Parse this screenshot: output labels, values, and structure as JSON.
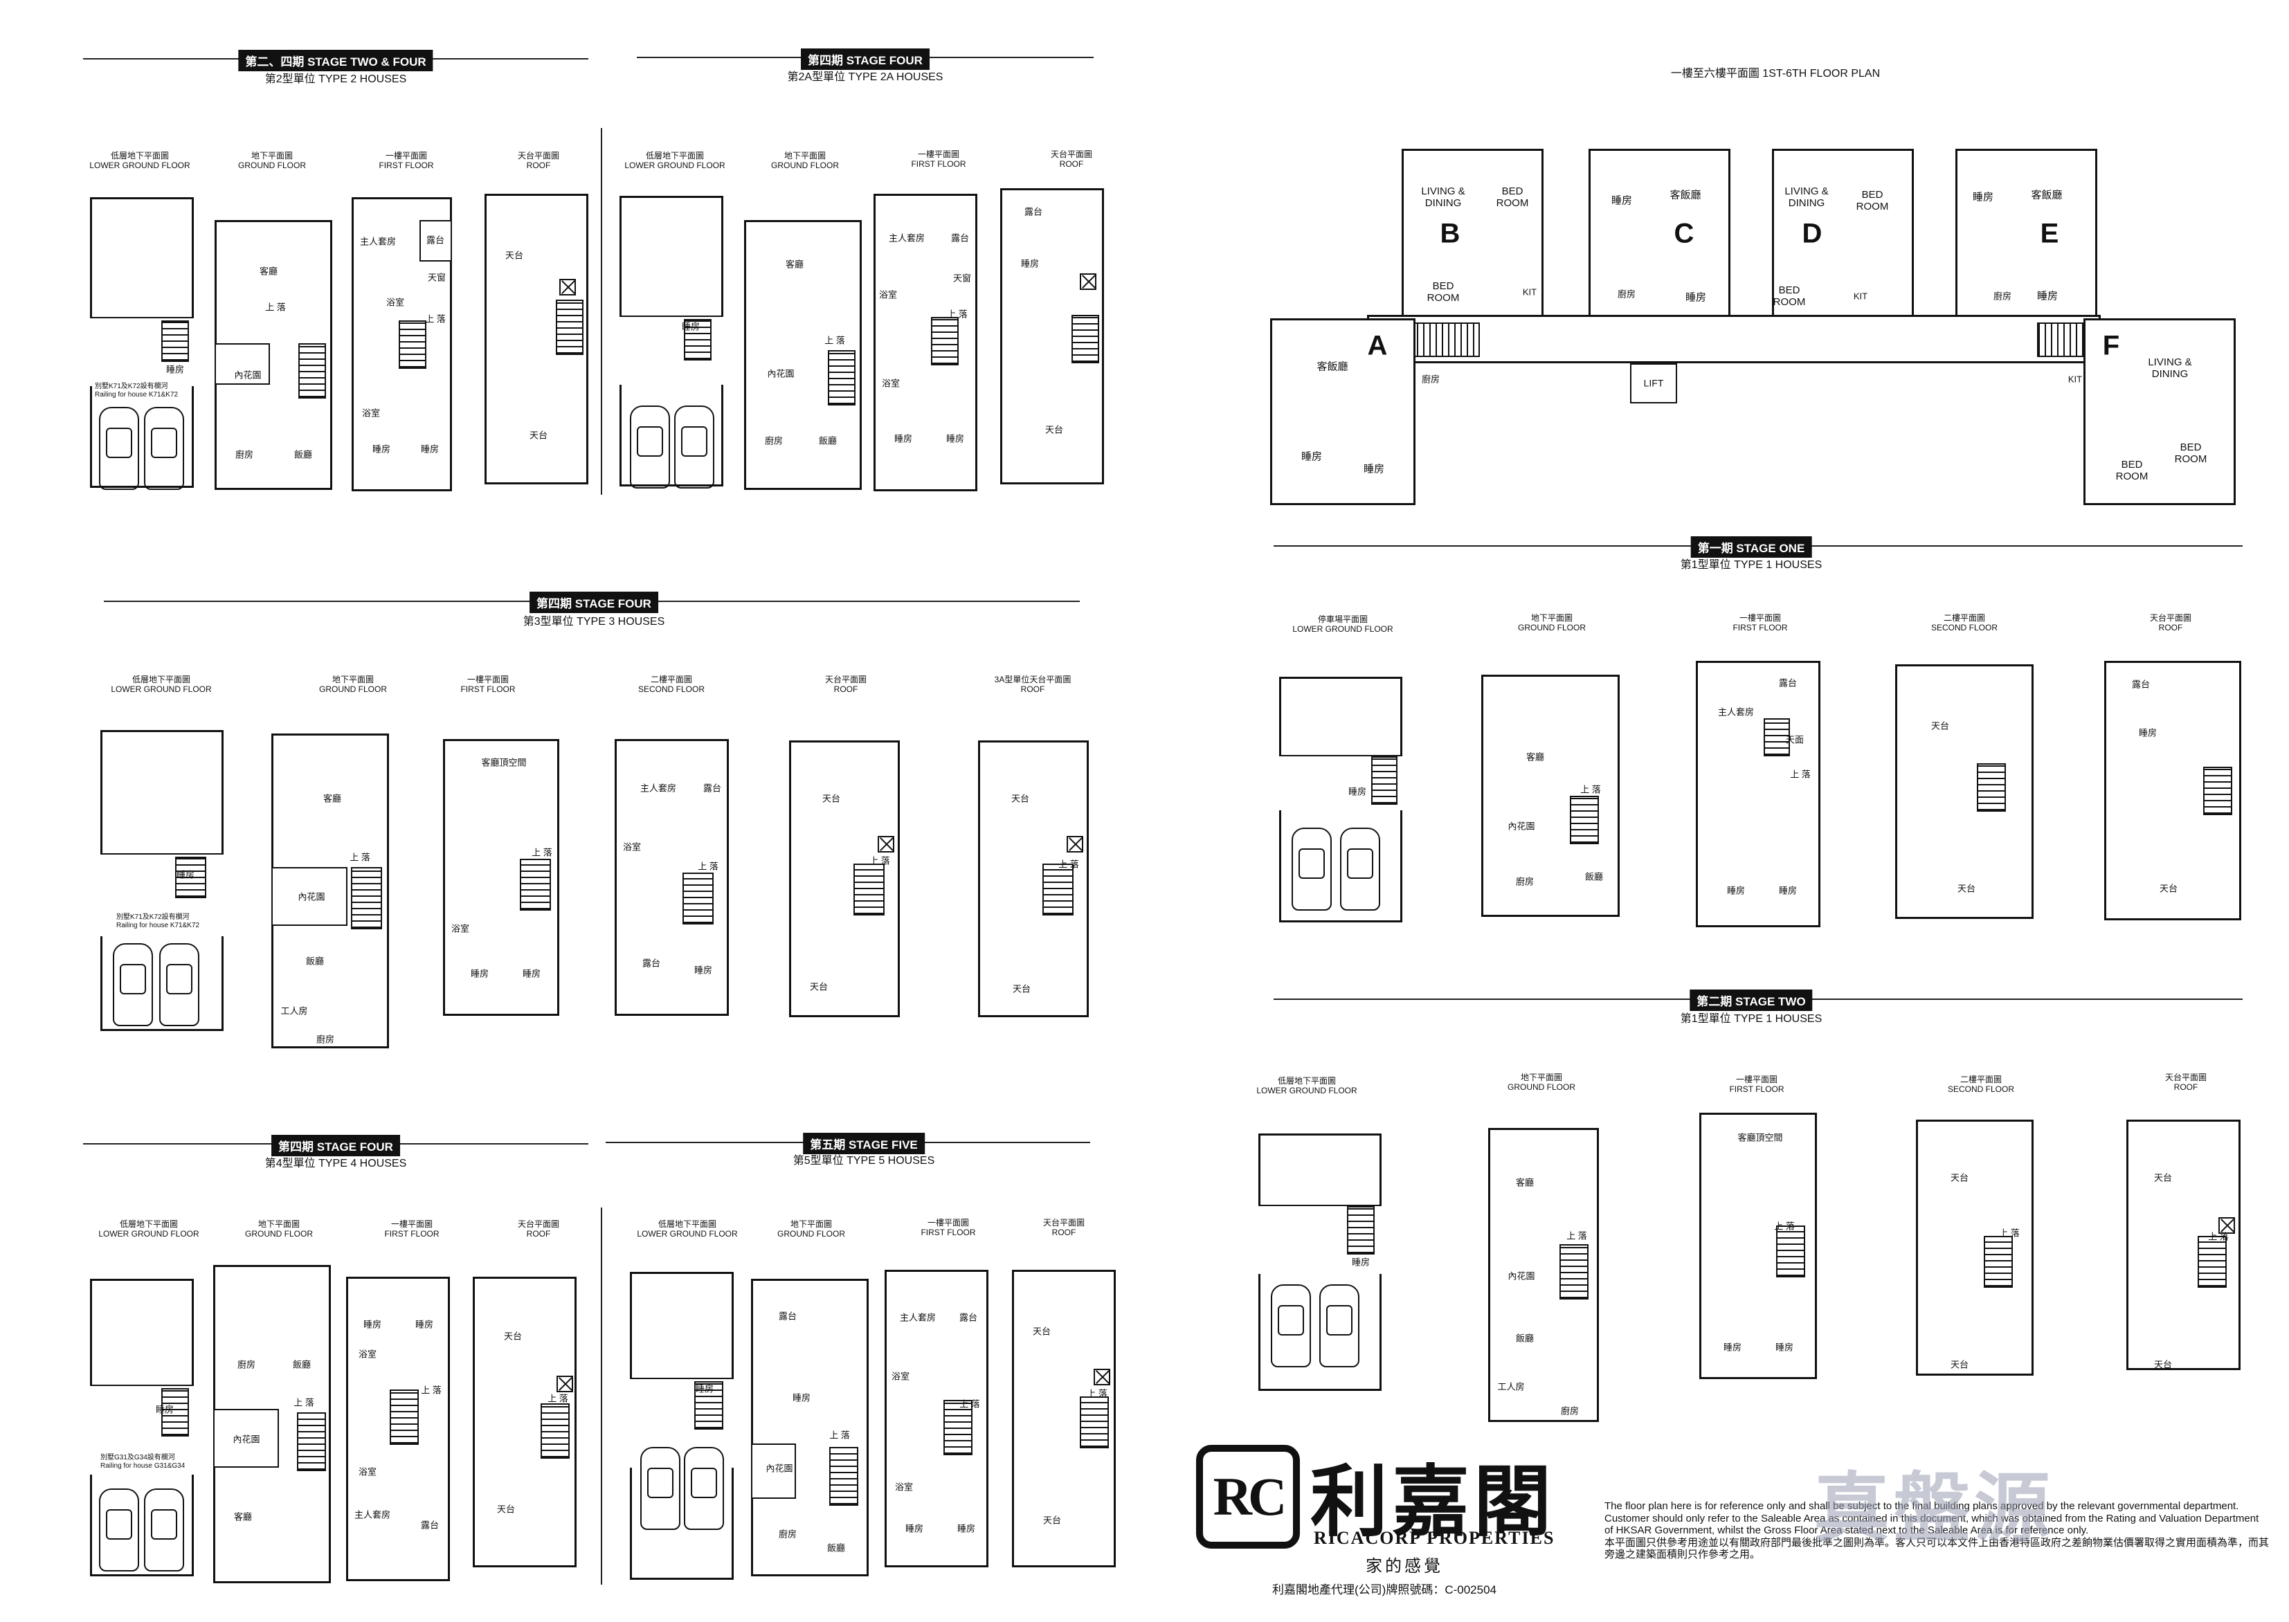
{
  "sections": {
    "s1": {
      "badge": "第二、四期 STAGE TWO & FOUR",
      "title": "第2型單位 TYPE 2 HOUSES"
    },
    "s2": {
      "badge": "第四期 STAGE FOUR",
      "title": "第2A型單位 TYPE 2A HOUSES"
    },
    "s3": {
      "badge": "第四期 STAGE FOUR",
      "title": "第3型單位 TYPE 3 HOUSES"
    },
    "s4": {
      "badge": "第四期 STAGE FOUR",
      "title": "第4型單位 TYPE 4 HOUSES"
    },
    "s5": {
      "badge": "第五期 STAGE FIVE",
      "title": "第5型單位 TYPE 5 HOUSES"
    },
    "s6": {
      "badge": "第一期 STAGE ONE",
      "title": "第1型單位 TYPE 1 HOUSES"
    },
    "s7": {
      "badge": "第二期 STAGE TWO",
      "title": "第1型單位 TYPE 1 HOUSES"
    }
  },
  "floor_labels": {
    "lg_cn": "低層地下平面圖",
    "lg_en": "LOWER GROUND FLOOR",
    "gf_cn": "地下平面圖",
    "gf_en": "GROUND FLOOR",
    "ff_cn": "一樓平面圖",
    "ff_en": "FIRST FLOOR",
    "sf_cn": "二樓平面圖",
    "sf_en": "SECOND FLOOR",
    "rf_cn": "天台平面圖",
    "rf_en": "ROOF",
    "r3a_cn": "3A型單位天台平面圖",
    "r3a_en": "ROOF",
    "garage_cn": "停車場平面圖",
    "garage_en": "LOWER GROUND FLOOR"
  },
  "rooms": {
    "living": "客廳",
    "dining": "飯廳",
    "kitchen": "廚房",
    "bedroom": "睡房",
    "master": "主人套房",
    "bath": "浴室",
    "terrace": "露台",
    "roof": "天台",
    "garden": "內花園",
    "maid": "工人房",
    "void": "客廳頂空間",
    "up": "上",
    "updown": "上 落",
    "down": "落",
    "sky": "天窗",
    "skyface": "天面",
    "living_dining": "客飯廳"
  },
  "railing": {
    "t2_cn": "別墅K71及K72設有欄河",
    "t2_en": "Railing for house K71&K72",
    "t4_cn": "別墅G31及G34設有欄河",
    "t4_en": "Railing for house G31&G34"
  },
  "floor_plan": {
    "title": "一樓至六樓平面圖 1ST-6TH FLOOR PLAN",
    "units": [
      "A",
      "B",
      "C",
      "D",
      "E",
      "F"
    ],
    "living_dining_en": "LIVING & DINING",
    "bed_room_en": "BED ROOM",
    "kit": "KIT",
    "lift": "LIFT"
  },
  "brand": {
    "mark": "RC",
    "name_cn": "利嘉閣",
    "name_en": "RICACORP PROPERTIES",
    "slogan": "家的感覺",
    "licence": "利嘉閣地產代理(公司)牌照號碼：C-002504"
  },
  "disclaimer": {
    "en": "The floor plan here is for reference only and shall be subject to the final building plans approved by the relevant governmental department. Customer should only refer to the Saleable Area as contained in this document, which was obtained from the Rating and Valuation Department of HKSAR Government, whilst the Gross Floor Area stated next to the Saleable Area is for reference only.",
    "cn": "本平面圖只供參考用途並以有關政府部門最後批準之圖則為準。客人只可以本文件上由香港特區政府之差餉物業估價署取得之實用面積為準，而其旁邊之建築面積則只作參考之用。"
  },
  "watermark": "真盤源"
}
